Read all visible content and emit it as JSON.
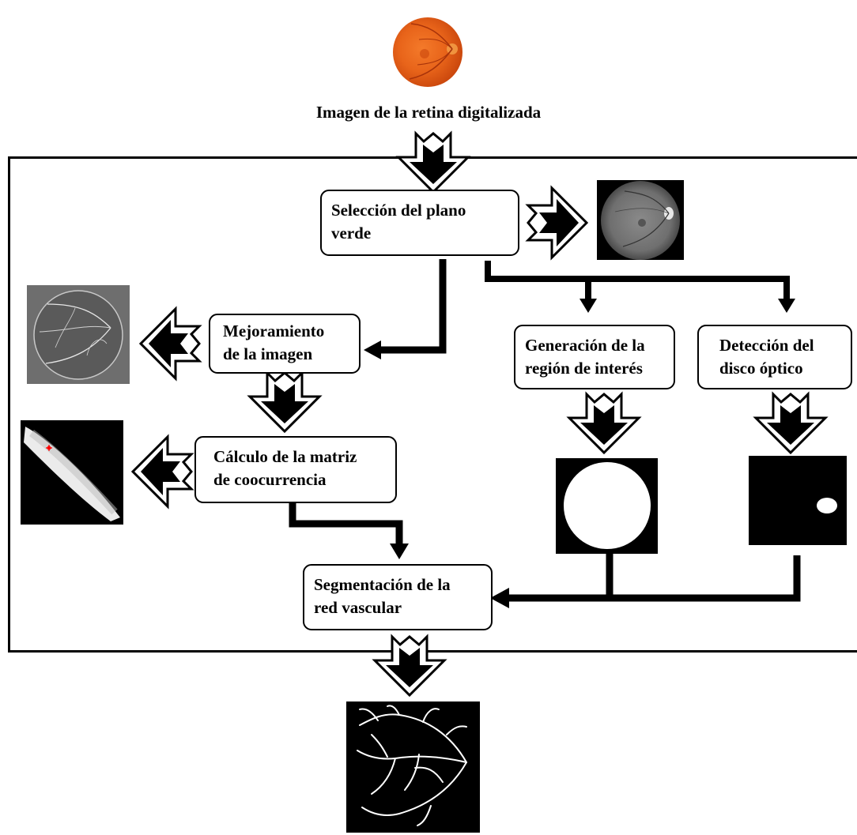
{
  "input_title": "Imagen de la retina digitalizada",
  "steps": {
    "green_plane": [
      "Selección del plano",
      "verde"
    ],
    "enhancement": [
      "Mejoramiento",
      "de la imagen"
    ],
    "cooccurrence": [
      "Cálculo de la matriz",
      "de coocurrencia"
    ],
    "roi": [
      "Generación de la",
      "región de interés"
    ],
    "optic_disc": [
      "Detección del",
      "disco óptico"
    ],
    "segmentation": [
      "Segmentación de la",
      "red vascular"
    ]
  },
  "colors": {
    "fundus_orange": "#e8641a",
    "arrow_black": "#000000",
    "background": "#ffffff",
    "cooccurrence_marker": "#ff0000"
  },
  "icons": {
    "input": "retina-fundus-color-image",
    "green_plane_out": "retina-green-channel-image",
    "enhancement_out": "enhanced-vessels-image",
    "cooccurrence_out": "cooccurrence-matrix-image",
    "roi_out": "roi-mask-image",
    "optic_disc_out": "optic-disc-mask-image",
    "final_out": "segmented-vessels-image"
  }
}
